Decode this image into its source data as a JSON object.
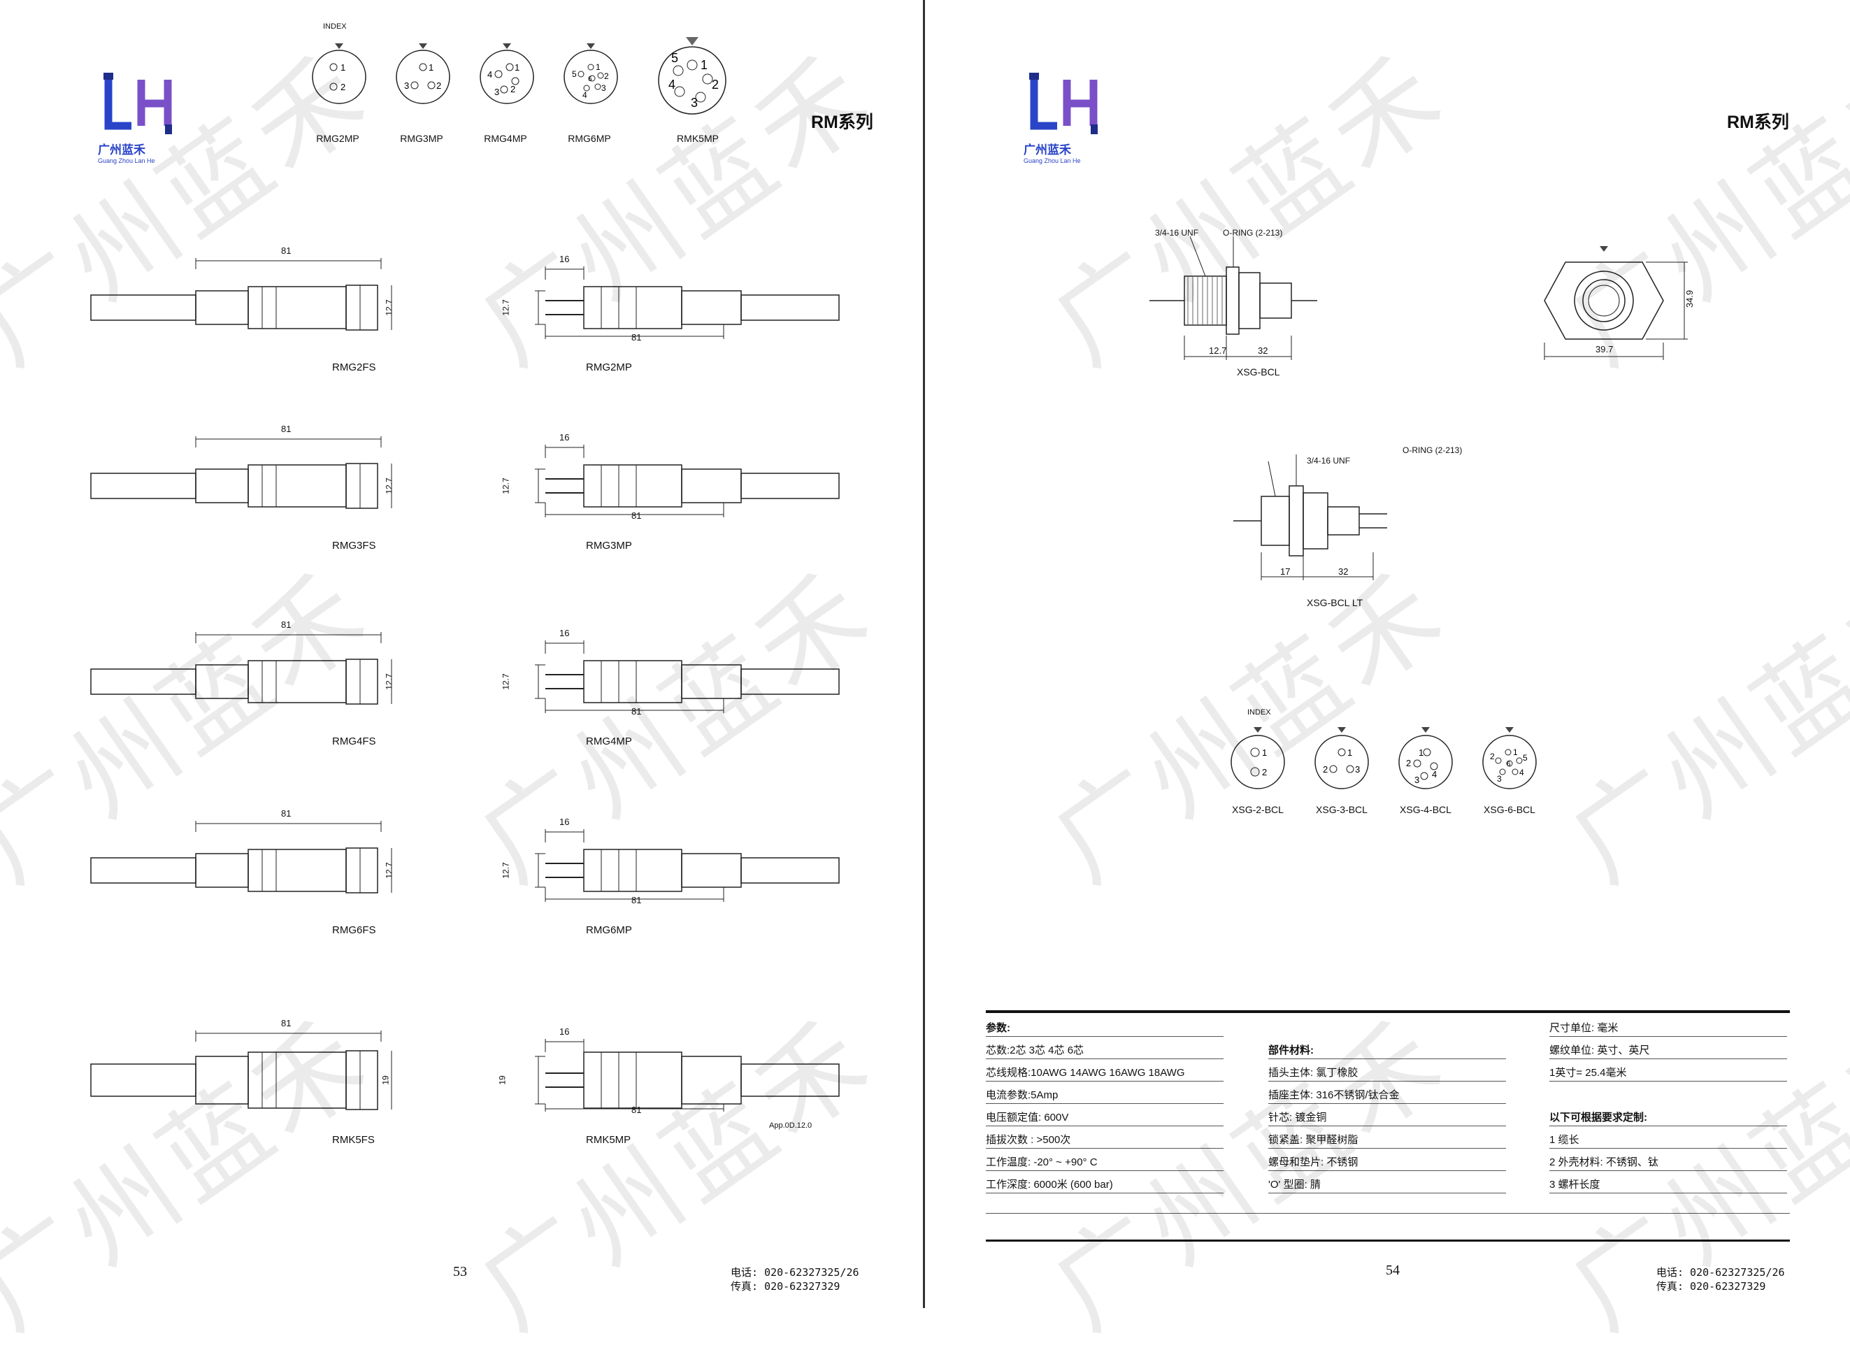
{
  "brand": {
    "name": "广州蓝禾",
    "sub": "Guang Zhou Lan He",
    "logo_letters": "LH"
  },
  "series_title": "RM系列",
  "left_page": {
    "pin_index_label": "INDEX",
    "pin_layouts": [
      {
        "code": "RMG2MP",
        "pins": [
          "1",
          "2"
        ]
      },
      {
        "code": "RMG3MP",
        "pins": [
          "1",
          "2",
          "3"
        ]
      },
      {
        "code": "RMG4MP",
        "pins": [
          "1",
          "2",
          "3",
          "4"
        ]
      },
      {
        "code": "RMG6MP",
        "pins": [
          "1",
          "2",
          "3",
          "4",
          "5",
          "6"
        ]
      },
      {
        "code": "RMK5MP",
        "pins": [
          "1",
          "2",
          "3",
          "4",
          "5"
        ]
      }
    ],
    "rows": [
      {
        "female": "RMG2FS",
        "male": "RMG2MP",
        "len": "81",
        "dia": "12.7",
        "pin_len": "16"
      },
      {
        "female": "RMG3FS",
        "male": "RMG3MP",
        "len": "81",
        "dia": "12.7",
        "pin_len": "16"
      },
      {
        "female": "RMG4FS",
        "male": "RMG4MP",
        "len": "81",
        "dia": "12.7",
        "pin_len": "16"
      },
      {
        "female": "RMG6FS",
        "male": "RMG6MP",
        "len": "81",
        "dia": "12.7",
        "pin_len": "16"
      },
      {
        "female": "RMK5FS",
        "male": "RMK5MP",
        "len": "81",
        "dia": "19",
        "pin_len": "16"
      }
    ],
    "app_note": "App.0D.12.0",
    "page_number": "53",
    "phone": "电话: 020-62327325/26",
    "fax": "传真: 020-62327329"
  },
  "right_page": {
    "xsg_bcl": {
      "code": "XSG-BCL",
      "thread": "3/4-16 UNF",
      "oring": "O-RING (2-213)",
      "dim_a": "12.7",
      "dim_b": "32",
      "hex_w": "39.7",
      "hex_h": "34.9"
    },
    "xsg_bcl_lt": {
      "code": "XSG-BCL LT",
      "thread": "3/4-16 UNF",
      "oring": "O-RING (2-213)",
      "dim_a": "17",
      "dim_b": "32"
    },
    "pin_index_label": "INDEX",
    "pin_layouts": [
      {
        "code": "XSG-2-BCL",
        "pins": [
          "1",
          "2"
        ]
      },
      {
        "code": "XSG-3-BCL",
        "pins": [
          "1",
          "2",
          "3"
        ]
      },
      {
        "code": "XSG-4-BCL",
        "pins": [
          "1",
          "2",
          "3",
          "4"
        ]
      },
      {
        "code": "XSG-6-BCL",
        "pins": [
          "1",
          "2",
          "3",
          "4",
          "5",
          "6"
        ]
      }
    ],
    "specs": {
      "col1_title": "参数:",
      "col1": [
        "芯数:2芯 3芯 4芯 6芯",
        "芯线规格:10AWG 14AWG 16AWG  18AWG",
        "电流参数:5Amp",
        "电压额定值: 600V",
        "插拔次数 : >500次",
        "工作温度: -20° ~ +90° C",
        "工作深度: 6000米 (600 bar)"
      ],
      "col2_title": "部件材料:",
      "col2": [
        "插头主体: 氯丁橡胶",
        "插座主体: 316不锈钢/钛合金",
        "针芯: 镀金铜",
        "锁紧盖: 聚甲醛树脂",
        "螺母和垫片: 不锈钢",
        "'O' 型圈: 腈"
      ],
      "col3_top": [
        "尺寸单位: 毫米",
        "螺纹单位: 英寸、英尺",
        "1英寸= 25.4毫米"
      ],
      "col3_title": "以下可根据要求定制:",
      "col3": [
        "1 缆长",
        "2 外壳材料: 不锈钢、钛",
        "3 螺杆长度"
      ]
    },
    "page_number": "54",
    "phone": "电话: 020-62327325/26",
    "fax": "传真: 020-62327329"
  },
  "watermark": "广州蓝禾"
}
